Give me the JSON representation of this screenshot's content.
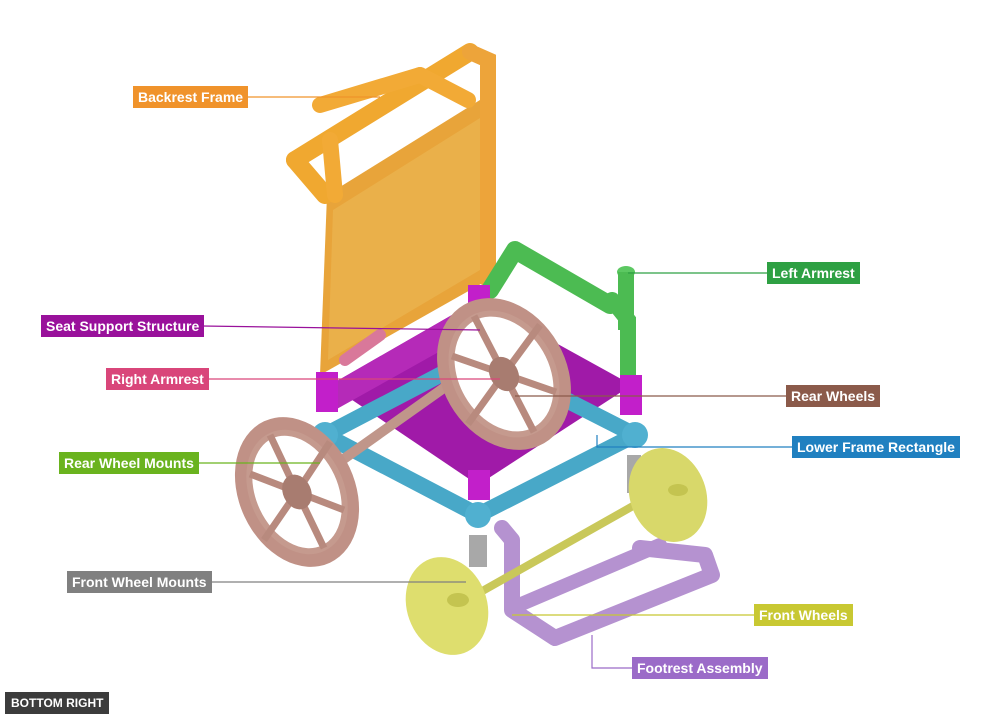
{
  "view_label": "BOTTOM RIGHT",
  "parts": [
    {
      "id": "backrest",
      "label": "Backrest Frame",
      "color": "#f0932b"
    },
    {
      "id": "left-armrest",
      "label": "Left Armrest",
      "color": "#2ea043"
    },
    {
      "id": "seat-support",
      "label": "Seat Support Structure",
      "color": "#99119b"
    },
    {
      "id": "right-armrest",
      "label": "Right Armrest",
      "color": "#d9467a"
    },
    {
      "id": "rear-wheels",
      "label": "Rear Wheels",
      "color": "#8b5a4a"
    },
    {
      "id": "lower-frame",
      "label": "Lower Frame Rectangle",
      "color": "#2080c0"
    },
    {
      "id": "rear-wheel-mounts",
      "label": "Rear Wheel Mounts",
      "color": "#6ab31e"
    },
    {
      "id": "front-wheel-mounts",
      "label": "Front Wheel Mounts",
      "color": "#808080"
    },
    {
      "id": "front-wheels",
      "label": "Front Wheels",
      "color": "#c8c832"
    },
    {
      "id": "footrest",
      "label": "Footrest Assembly",
      "color": "#9b6bc8"
    }
  ]
}
